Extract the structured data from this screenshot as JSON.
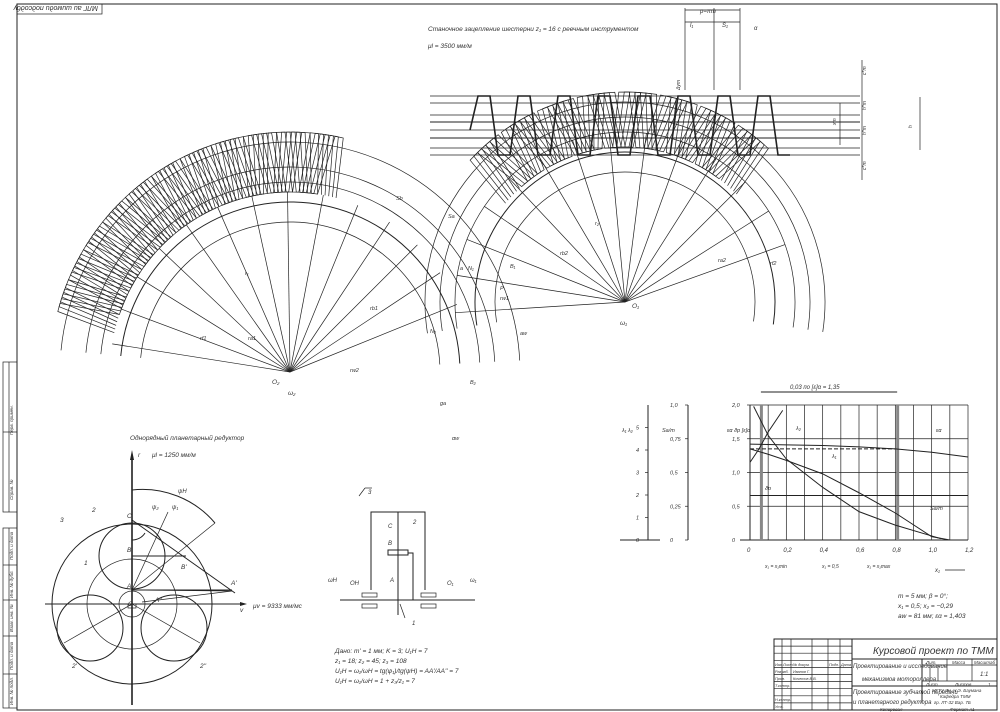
{
  "sheet": {
    "stamp_top_left": "МЛГ аи шимоди подсодбу",
    "border_texts": [
      "Перв. примен.",
      "Справ. №",
      "Подп. и дата",
      "Инв. № дубл.",
      "Взам. инв. №",
      "Подп. и дата",
      "Инв. № подл."
    ]
  },
  "gear_mesh": {
    "title": "Станочное зацепление шестерни z₁ = 16 с реечным инструментом",
    "scale": "μl = 3500 мм/м",
    "pitch_label": "p=πm",
    "l1_label": "l₁",
    "s1_label": "S₁",
    "alpha_label": "α",
    "dim_labels": [
      "c*m",
      "h*m",
      "xm",
      "h*m",
      "c*m",
      "h",
      "Δym"
    ],
    "center_labels": [
      "O₁",
      "O₂"
    ],
    "omega_labels": [
      "ω₁",
      "ω₂"
    ],
    "radius_labels": [
      "r₁",
      "rb1",
      "ra1",
      "rf1",
      "r₂",
      "rb2",
      "ra2",
      "rf2",
      "aw",
      "a",
      "Sb",
      "Sa",
      "ga",
      "rw1",
      "rw2",
      "αw",
      "P",
      "B₁",
      "B₂",
      "N₁",
      "N₂"
    ]
  },
  "planetary": {
    "title": "Однорядный планетарный редуктор",
    "scale_l": "μl = 1250 мм/м",
    "scale_v": "μv = 9333 мм/мс",
    "axis_r": "r",
    "axis_v": "v",
    "points": [
      "C",
      "B",
      "A",
      "O",
      "B'",
      "A'",
      "A''"
    ],
    "angles": [
      "ψH",
      "ψ₂",
      "ψ₁"
    ],
    "parts": [
      "1",
      "2",
      "3",
      "2'",
      "2''"
    ]
  },
  "kinematic": {
    "labels": [
      "3",
      "C",
      "2",
      "B",
      "A",
      "1",
      "OH",
      "O₁",
      "ωH",
      "ω₁"
    ]
  },
  "given": {
    "lines": [
      "Дано: m' = 1 мм; K = 3; U₁H = 7",
      "z₁ = 18; z₂ = 45; z₃ = 108",
      "U₁H = ω₁/ωH = tg(ψ₁)/tg(ψH) = AA'/AA'' = 7",
      "U₁H = ω₁/ωH = 1 + z₃/z₁ = 7"
    ]
  },
  "params": {
    "lines": [
      "m = 5 мм; β = 0°;",
      "x₁ = 0,5; x₂ = −0,29",
      "aw = 81 мм; εα = 1,403"
    ]
  },
  "chart_data": {
    "type": "line",
    "title": "0,03 по [ε]α = 1,35",
    "xlabel": "x₁",
    "x_ticks": [
      "0",
      "0,2",
      "0,4",
      "0,6",
      "0,8",
      "1,0",
      "1,2"
    ],
    "xlim": [
      0,
      1.2
    ],
    "axes": [
      {
        "label": "λ₁ λ₂",
        "ticks": [
          "0",
          "1",
          "2",
          "3",
          "4",
          "5"
        ],
        "range": [
          0,
          6
        ]
      },
      {
        "label": "Sa/m",
        "ticks": [
          "0",
          "0,25",
          "0,5",
          "0,75",
          "1,0"
        ],
        "range": [
          0,
          1.0
        ]
      },
      {
        "label": "εα ϑp [ε]α",
        "ticks": [
          "0",
          "0,5",
          "1,0",
          "1,5",
          "2,0"
        ],
        "range": [
          0,
          2.0
        ]
      }
    ],
    "grid": true,
    "series": [
      {
        "name": "εα",
        "x": [
          0,
          0.2,
          0.4,
          0.6,
          0.8,
          1.0,
          1.2
        ],
        "y": [
          1.42,
          1.41,
          1.4,
          1.38,
          1.35,
          1.3,
          1.23
        ]
      },
      {
        "name": "λ₁",
        "x": [
          0,
          0.1,
          0.2,
          0.4,
          0.6,
          0.8,
          1.0,
          1.1
        ],
        "y": [
          1.35,
          1.27,
          1.18,
          0.98,
          0.7,
          0.4,
          0.05,
          0.0
        ]
      },
      {
        "name": "λ₂",
        "x": [
          0,
          0.05,
          0.1,
          0.15,
          0.18
        ],
        "y": [
          1.15,
          1.35,
          1.6,
          1.8,
          1.92
        ]
      },
      {
        "name": "Sa/m",
        "x": [
          0.02,
          0.1,
          0.2,
          0.4,
          0.6,
          0.8,
          1.0,
          1.05
        ],
        "y": [
          1.98,
          1.55,
          1.2,
          0.78,
          0.42,
          0.22,
          0.06,
          0.02
        ]
      },
      {
        "name": "[ε]α",
        "x": [
          0,
          0.8
        ],
        "y": [
          1.35,
          1.35
        ],
        "style": "dashed"
      },
      {
        "name": "ϑp",
        "x": [
          0,
          1.2
        ],
        "y": [
          0.66,
          0.66
        ]
      }
    ],
    "bounds_labels": [
      "x₁ = x₁min",
      "x₁ = 0,5",
      "x₁ = x₁max"
    ],
    "x_min_bound": 0.06,
    "x_max_bound": 0.81,
    "curve_labels": [
      "εα",
      "λ₂",
      "λ₁",
      "ϑp",
      "Sa/m"
    ]
  },
  "title_block": {
    "project": "Курсовой проект по ТММ",
    "subject_line1": "Проектирование и исследование",
    "subject_line2": "механизмов мотороллера",
    "sheet_title_line1": "Проектирование зубчатой передачи",
    "sheet_title_line2": "и планетарного редуктора",
    "lit": "Лит.",
    "mass": "Масса",
    "scale": "Масштаб",
    "scale_value": "1:1",
    "sheet": "Лист",
    "sheets": "Листов",
    "sheets_value": "1",
    "org_line1": "МГТУ им. Н.Э. Баумана",
    "org_line2": "Кафедра ТММ",
    "org_line3": "гр. ЛТ-32 Вар. 7Б",
    "copied": "Копировал",
    "format": "Формат  A1",
    "rows": [
      "Изм.",
      "Лист",
      "№ докум.",
      "Подп.",
      "Дата",
      "Разраб.",
      "Пров.",
      "Т.контр.",
      "Н.контр.",
      "Утв."
    ],
    "developer": "Иванов Г.",
    "checker": "Кочетов В.В."
  }
}
